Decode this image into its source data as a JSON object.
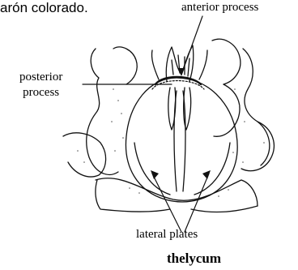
{
  "caption": "arón colorado.",
  "labels": {
    "anterior_process": "anterior process",
    "posterior_process_line1": "posterior",
    "posterior_process_line2": "process",
    "lateral_plates": "lateral plates"
  },
  "title": "thelycum"
}
